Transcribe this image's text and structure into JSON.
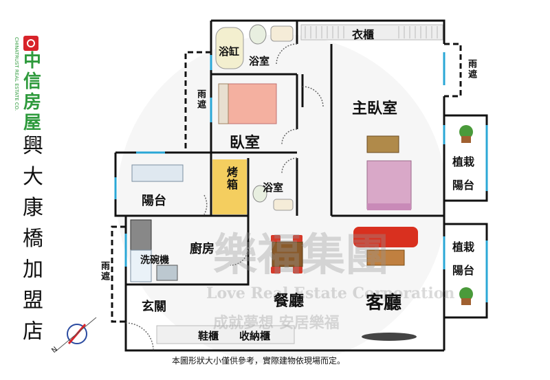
{
  "brand": {
    "name": "中信房屋",
    "side_text": "CHINATRUST REAL ESTATE CO."
  },
  "store_name": [
    "興",
    "大",
    "康",
    "橋",
    "加",
    "盟",
    "店"
  ],
  "rooms": {
    "wardrobe": "衣櫃",
    "bathtub": "浴缸",
    "bathroom_top": "浴室",
    "master_bedroom": "主臥室",
    "bedroom": "臥室",
    "oven": "烤箱",
    "bathroom_bottom": "浴室",
    "balcony": "陽台",
    "kitchen": "廚房",
    "dishwasher": "洗碗機",
    "dining": "餐廳",
    "living": "客廳",
    "entrance": "玄關",
    "shoe_cabinet": "鞋櫃",
    "storage_cabinet": "收納櫃",
    "plant_balcony_top_1": "植栽",
    "plant_balcony_top_2": "陽台",
    "plant_balcony_bottom_1": "植栽",
    "plant_balcony_bottom_2": "陽台",
    "awning_right": "雨遮",
    "awning_middle": "雨遮",
    "awning_left": "雨遮"
  },
  "watermark": {
    "main": "樂福集團",
    "english": "Love Real Estate Corporation",
    "slogan": "成就夢想 安居樂福"
  },
  "compass_label": "N",
  "footnote": "本圖形狀大小僅供參考，實際建物依現場而定。",
  "colors": {
    "wall": "#111111",
    "window": "#2aa7d6",
    "brand": "#2e9a3c",
    "oven": "#f3c744",
    "sofa": "#d9301f"
  }
}
